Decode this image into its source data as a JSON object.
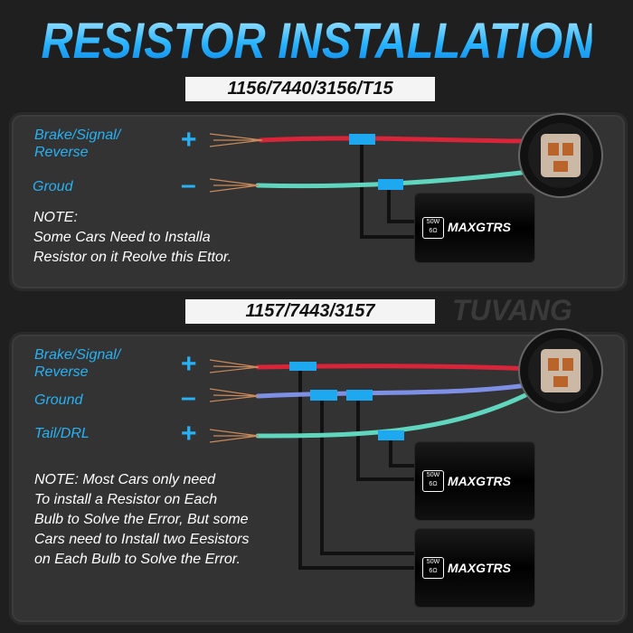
{
  "title": "RESISTOR INSTALLATION",
  "watermark": "TUVANG",
  "section1": {
    "label": "1156/7440/3156/T15",
    "wires": [
      {
        "label": "Brake/Signal/\nReverse",
        "sign": "+"
      },
      {
        "label": "Groud",
        "sign": "–"
      }
    ],
    "note": "NOTE:\nSome Cars Need to Installa\nResistor on it Reolve this Ettor."
  },
  "section2": {
    "label": "1157/7443/3157",
    "wires": [
      {
        "label": "Brake/Signal/\nReverse",
        "sign": "+"
      },
      {
        "label": "Ground",
        "sign": "–"
      },
      {
        "label": "Tail/DRL",
        "sign": "+"
      }
    ],
    "note": "NOTE: Most Cars only need\nTo install a Resistor on Each\nBulb to Solve the Error, But some\nCars need to Install two Eesistors\non Each Bulb to Solve the Error."
  },
  "resistor": {
    "brand": "MAXGTRS",
    "rating": "50W\n6Ω"
  },
  "colors": {
    "accent": "#27b2f5",
    "red_wire": "#d8253a",
    "teal_wire": "#5fd6bd",
    "blue_wire": "#7e8fe6",
    "connector": "#1ea8f0"
  }
}
